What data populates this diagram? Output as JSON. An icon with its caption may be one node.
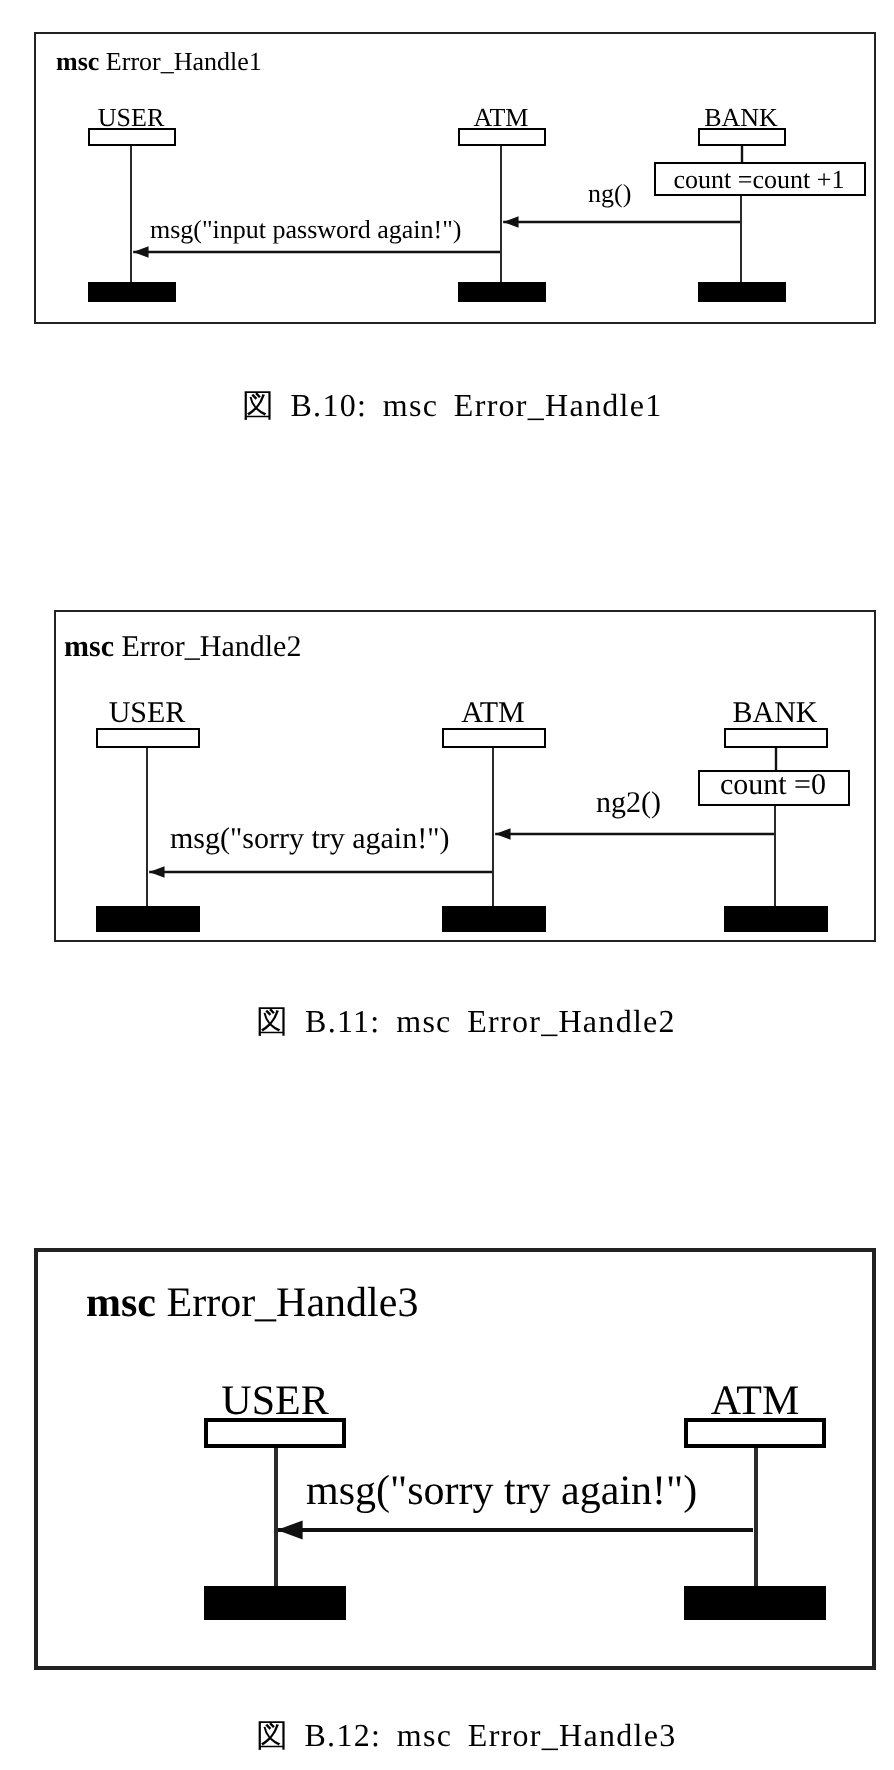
{
  "diagram": {
    "nodes": [
      {
        "text": [
          "**msc** Error_Handle1"
        ],
        "beside": [
          "図 B.10: msc Error_Handle1"
        ]
      },
      {
        "text": [
          "USER"
        ],
        "in": 0
      },
      {
        "text": [
          "ATM"
        ],
        "in": 0
      },
      {
        "text": [
          "BANK"
        ],
        "in": 0
      },
      {
        "text": [
          "count =count +1"
        ],
        "in": 0
      },
      {
        "text": [],
        "shape": "line",
        "in": 0
      },
      {
        "text": [],
        "shape": "line",
        "in": 0
      },
      {
        "text": [],
        "shape": "line",
        "in": 0
      },
      {
        "text": [],
        "shape": "bar",
        "in": 0
      },
      {
        "text": [],
        "shape": "bar",
        "in": 0
      },
      {
        "text": [],
        "shape": "bar",
        "in": 0
      },
      {
        "text": [
          "**msc** Error_Handle2"
        ],
        "beside": [
          "図 B.11: msc Error_Handle2"
        ]
      },
      {
        "text": [
          "USER"
        ],
        "in": 11
      },
      {
        "text": [
          "ATM"
        ],
        "in": 11
      },
      {
        "text": [
          "BANK"
        ],
        "in": 11
      },
      {
        "text": [
          "count =0"
        ],
        "in": 11
      },
      {
        "text": [],
        "shape": "line",
        "in": 11
      },
      {
        "text": [],
        "shape": "line",
        "in": 11
      },
      {
        "text": [],
        "shape": "line",
        "in": 11
      },
      {
        "text": [],
        "shape": "bar",
        "in": 11
      },
      {
        "text": [],
        "shape": "bar",
        "in": 11
      },
      {
        "text": [],
        "shape": "bar",
        "in": 11
      },
      {
        "text": [
          "**msc** Error_Handle3"
        ],
        "beside": [
          "図 B.12: msc Error_Handle3"
        ]
      },
      {
        "text": [
          "USER"
        ],
        "in": 22
      },
      {
        "text": [
          "ATM"
        ],
        "in": 22
      },
      {
        "text": [],
        "shape": "line",
        "in": 22
      },
      {
        "text": [],
        "shape": "line",
        "in": 22
      },
      {
        "text": [],
        "shape": "bar",
        "in": 22
      },
      {
        "text": [],
        "shape": "bar",
        "in": 22
      }
    ],
    "edges": [
      {
        "from": 3,
        "to": 4,
        "arrow": "none"
      },
      {
        "from": 7,
        "to": 6,
        "arrow": "to",
        "label": "ng()"
      },
      {
        "from": 6,
        "to": 5,
        "arrow": "to",
        "label": "msg(\"input password again!\")"
      },
      {
        "from": 14,
        "to": 15,
        "arrow": "none"
      },
      {
        "from": 18,
        "to": 17,
        "arrow": "to",
        "label": "ng2()"
      },
      {
        "from": 17,
        "to": 16,
        "arrow": "to",
        "label": "msg(\"sorry try again!\")"
      },
      {
        "from": 26,
        "to": 25,
        "arrow": "to",
        "label": "msg(\"sorry try again!\")"
      }
    ]
  }
}
